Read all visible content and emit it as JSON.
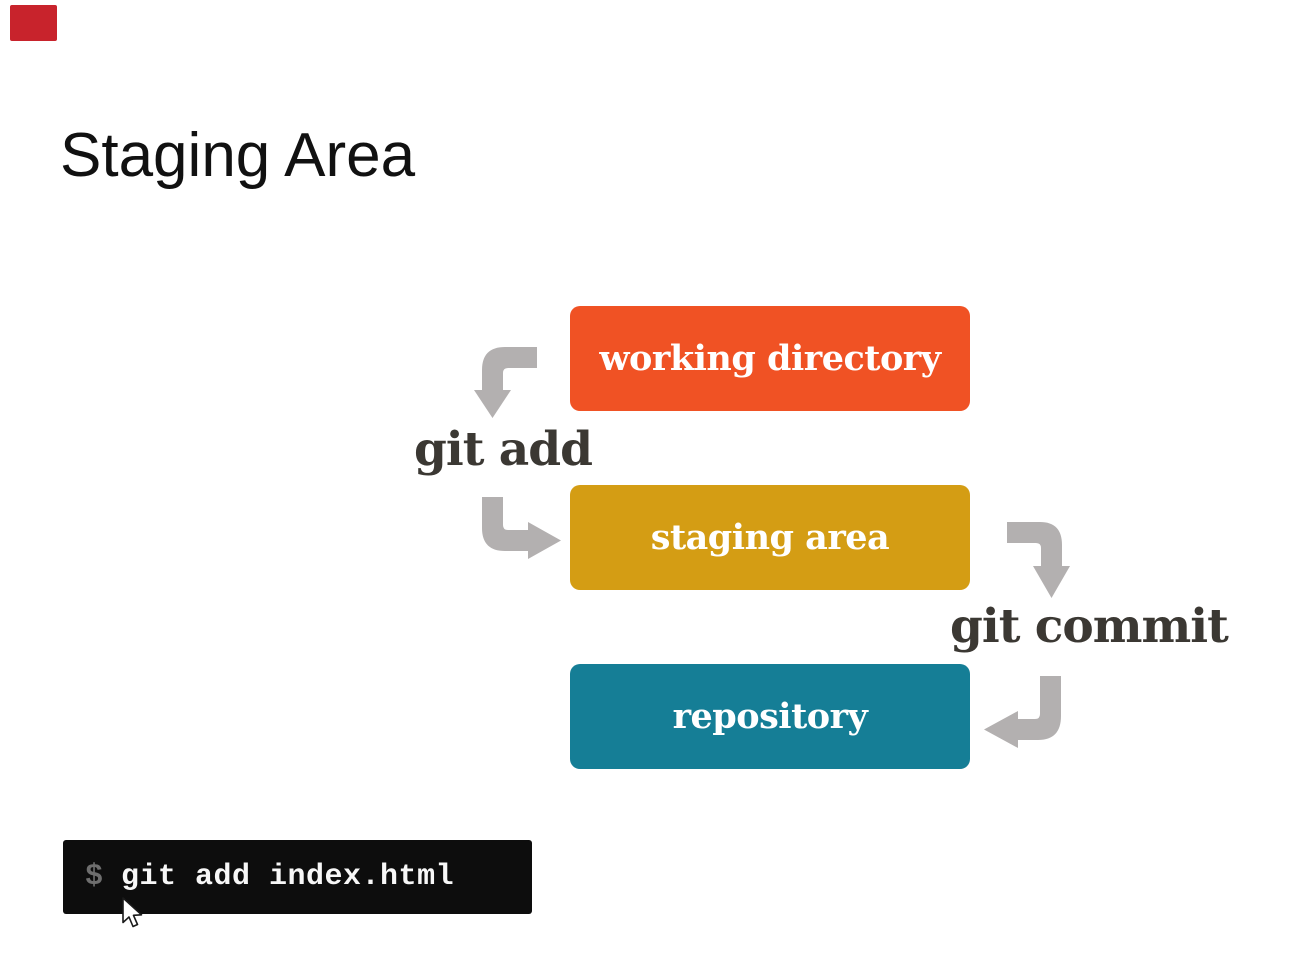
{
  "slide": {
    "title": "Staging Area",
    "background_color": "#ffffff",
    "marker_color": "#c8232c"
  },
  "diagram": {
    "nodes": [
      {
        "id": "working-directory",
        "label": "working directory",
        "color": "#f05224"
      },
      {
        "id": "staging-area",
        "label": "staging area",
        "color": "#d49d14"
      },
      {
        "id": "repository",
        "label": "repository",
        "color": "#157e96"
      }
    ],
    "edges": [
      {
        "label": "git add",
        "from": "working directory",
        "to": "staging area"
      },
      {
        "label": "git commit",
        "from": "staging area",
        "to": "repository"
      }
    ],
    "arrow_color": "#b3b0b0",
    "edge_label_color": "#3b3833"
  },
  "terminal": {
    "prompt": "$",
    "command": "git add index.html",
    "background_color": "#0d0d0d"
  }
}
